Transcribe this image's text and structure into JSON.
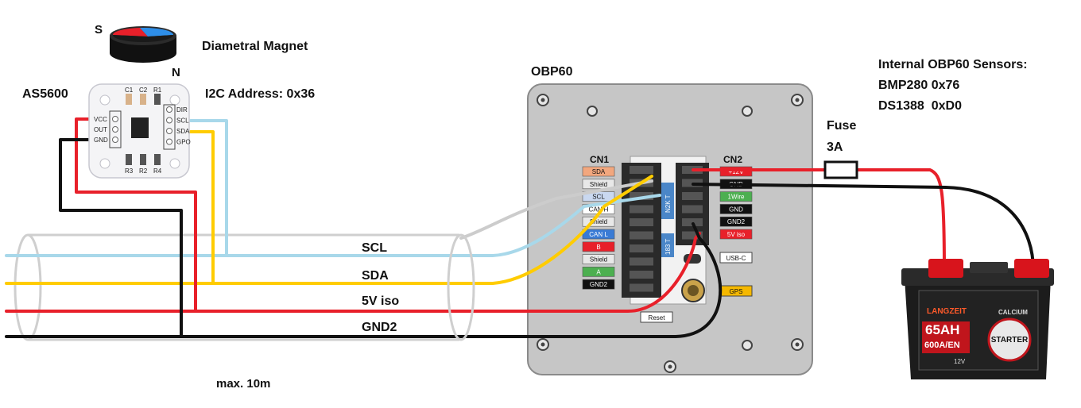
{
  "magnet": {
    "title": "Diametral Magnet",
    "pole_s": "S",
    "pole_n": "N"
  },
  "sensor": {
    "title": "AS5600",
    "i2c": "I2C Address: 0x36",
    "pins_left": [
      "VCC",
      "OUT",
      "GND"
    ],
    "pins_right": [
      "DIR",
      "SCL",
      "SDA",
      "GPO"
    ],
    "caps_top": [
      "C1",
      "C2",
      "R1"
    ],
    "res_bottom": [
      "R3",
      "R2",
      "R4"
    ]
  },
  "device": {
    "title": "OBP60",
    "cn1": "CN1",
    "cn2": "CN2",
    "cn1_labels": [
      "SDA",
      "Shield",
      "SCL",
      "CAN H",
      "Shield",
      "CAN L",
      "B",
      "Shield",
      "A",
      "GND2"
    ],
    "cn2_labels": [
      "+12V",
      "GND",
      "1Wire",
      "GND",
      "GND2",
      "5V iso"
    ],
    "n2k": "N2K T",
    "rs": "183 T",
    "usb": "USB-C",
    "gps": "GPS",
    "reset": "Reset"
  },
  "sensors_info": {
    "title": "Internal OBP60 Sensors:",
    "line1": "BMP280 0x76",
    "line2": "DS1388  0xD0"
  },
  "fuse": {
    "label": "Fuse",
    "rating": "3A"
  },
  "battery": {
    "brand": "LANGZEIT",
    "capacity": "65AH",
    "spec": "600A/EN",
    "type": "STARTER",
    "volt": "12V",
    "tech": "CALCIUM"
  },
  "cable": {
    "wires": [
      "SCL",
      "SDA",
      "5V iso",
      "GND2"
    ],
    "length": "max. 10m"
  },
  "colors": {
    "scl": "#a8d8ea",
    "sda": "#ffcc00",
    "v5": "#e8202a",
    "gnd": "#111111",
    "shield": "#cccccc",
    "panel": "#c6c6c6"
  }
}
